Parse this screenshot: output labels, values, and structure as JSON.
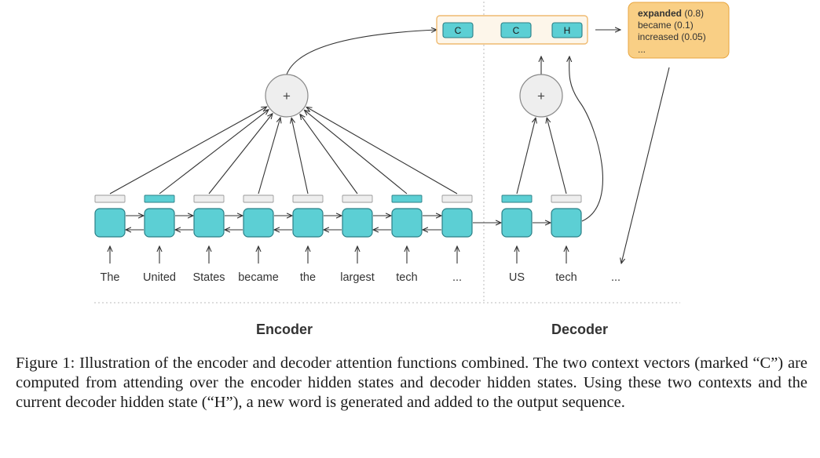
{
  "encoder": {
    "label": "Encoder",
    "tokens": [
      "The",
      "United",
      "States",
      "became",
      "the",
      "largest",
      "tech",
      "..."
    ],
    "attention_active": [
      false,
      true,
      false,
      false,
      false,
      false,
      true,
      false
    ]
  },
  "decoder": {
    "label": "Decoder",
    "tokens": [
      "US",
      "tech",
      "..."
    ]
  },
  "sum_symbol": "+",
  "output_vectors": [
    "C",
    "C",
    "H"
  ],
  "prediction": {
    "items": [
      {
        "word": "expanded",
        "prob": "(0.8)"
      },
      {
        "word": "became",
        "prob": "(0.1)"
      },
      {
        "word": "increased",
        "prob": "(0.05)"
      }
    ],
    "more": "..."
  },
  "colors": {
    "cell_fill": "#5ccfd4",
    "cell_stroke": "#2b7f86",
    "prediction_fill": "#f9cf85",
    "prediction_stroke": "#e8a640",
    "output_box_stroke": "#efba70",
    "light_fill": "#eeeeee"
  },
  "caption": "Figure 1: Illustration of the encoder and decoder attention functions combined. The two context vectors (marked “C”) are computed from attending over the encoder hidden states and decoder hidden states. Using these two contexts and the current decoder hidden state (“H”), a new word is generated and added to the output sequence."
}
